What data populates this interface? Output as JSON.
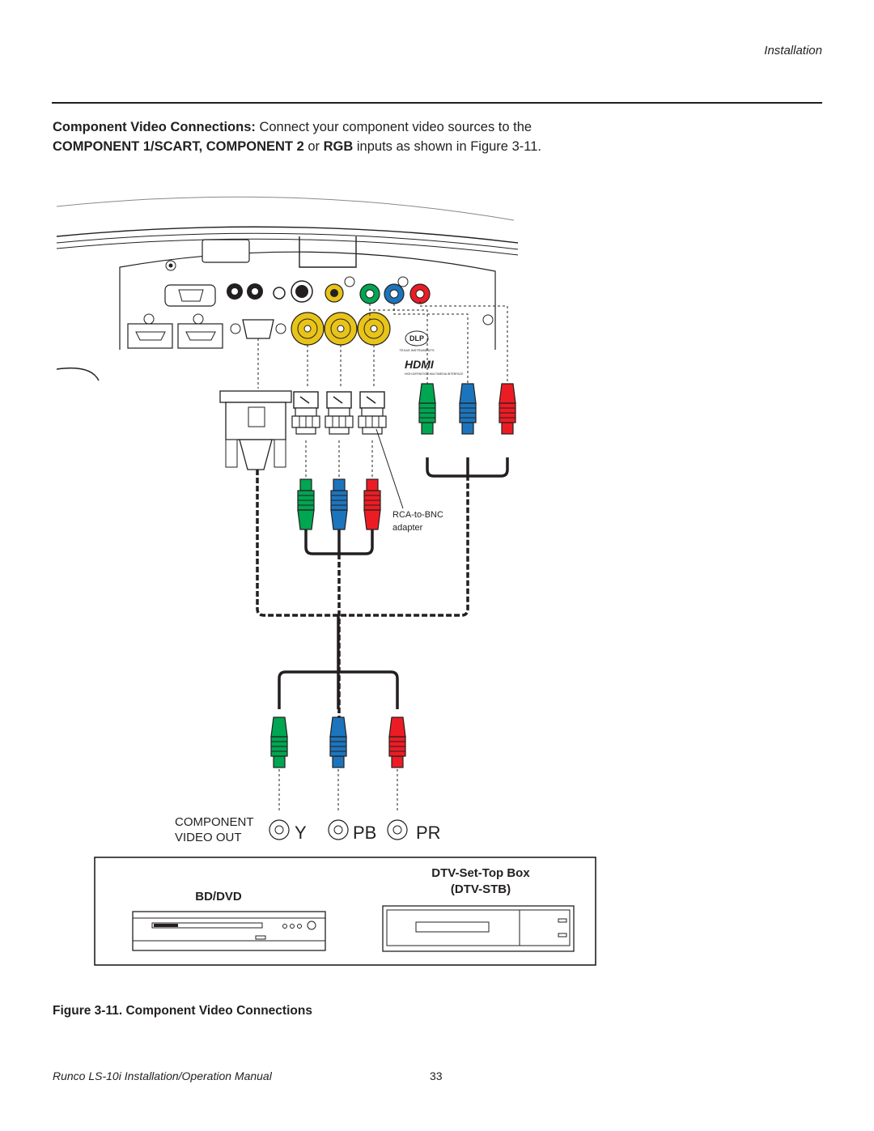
{
  "header": {
    "section": "Installation"
  },
  "intro": {
    "lead": "Component Video Connections:",
    "text1": " Connect your component video sources to the ",
    "inputs": "COMPONENT 1/SCART, COMPONENT 2",
    "or": " or ",
    "rgb": "RGB",
    "text2": " inputs as shown in Figure 3-11."
  },
  "diagram": {
    "logo_dlp": "DLP",
    "logo_dlp_vendor": "TEXAS INSTRUMENTS",
    "logo_hdmi": "HDMI",
    "logo_hdmi_sub": "HIGH-DEFINITION MULTIMEDIA INTERFACE",
    "adapter_label_1": "RCA-to-BNC",
    "adapter_label_2": "adapter",
    "component_label_1": "COMPONENT",
    "component_label_2": "VIDEO OUT",
    "jack_y": "Y",
    "jack_pb": "PB",
    "jack_pr": "PR",
    "device_1": "BD/DVD",
    "device_2_line1": "DTV-Set-Top Box",
    "device_2_line2": "(DTV-STB)",
    "colors": {
      "green": "#00a651",
      "blue": "#1c75bc",
      "red": "#ed1c24",
      "yellow": "#e8c419"
    }
  },
  "caption": "Figure 3-11. Component Video Connections",
  "footer": {
    "manual": "Runco LS-10i Installation/Operation Manual",
    "page": "33"
  }
}
